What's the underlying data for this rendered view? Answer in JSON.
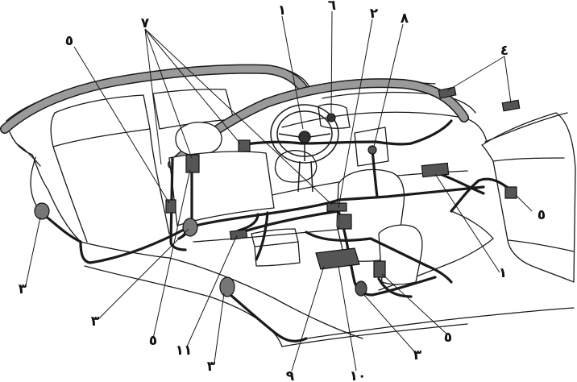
{
  "diagram": {
    "labels": {
      "1_top": "١",
      "6_top": "٦",
      "2_top": "٢",
      "8_top": "٨",
      "7_top": "٧",
      "5_topleft": "٥",
      "4_topright": "٤",
      "5_right": "٥",
      "1_right": "١",
      "3_left": "٣",
      "3_bottomleft": "٣",
      "5_bottom": "٥",
      "11_bottom": "١١",
      "3_bottom": "٣",
      "9_bottom": "٩",
      "10_bottom": "١٠",
      "3_bottomright": "٣",
      "5_bottomright": "٥"
    },
    "colors": {
      "line": "#1a1a1a",
      "roof_trim": "#9a9a9a",
      "component": "#111111",
      "component_fill": "#555555"
    }
  }
}
